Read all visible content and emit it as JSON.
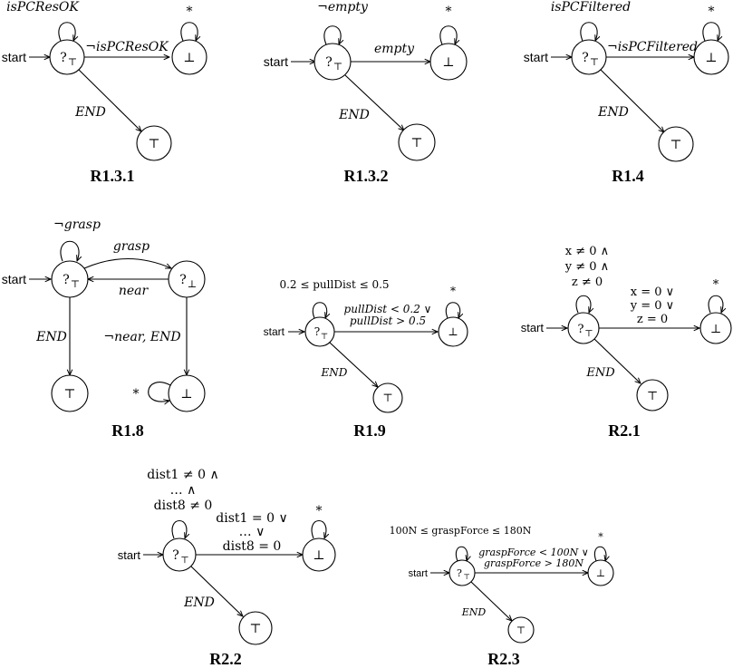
{
  "labels": {
    "start": "start",
    "pending": "?",
    "top": "⊤",
    "bottom": "⊥",
    "any": "*",
    "end": "END"
  },
  "automata": [
    {
      "title": "R1.3.1",
      "self_loop_pending": "isPCResOK",
      "to_bottom": [
        "¬isPCResOK"
      ]
    },
    {
      "title": "R1.3.2",
      "self_loop_pending": "¬empty",
      "to_bottom": [
        "empty"
      ]
    },
    {
      "title": "R1.4",
      "self_loop_pending": "isPCFiltered",
      "to_bottom": [
        "¬isPCFiltered"
      ]
    },
    {
      "title": "R1.8",
      "self_loop_pending": "¬grasp",
      "pending_to_pending_bottom": "grasp",
      "pending_bottom_to_pending": "near",
      "pending_bottom_to_bottom": "¬near, END"
    },
    {
      "title": "R1.9",
      "self_loop_pending": [
        "0.2 ≤ pullDist ≤ 0.5"
      ],
      "to_bottom": [
        "pullDist < 0.2 ∨",
        "pullDist > 0.5"
      ]
    },
    {
      "title": "R2.1",
      "self_loop_pending": [
        "x ≠ 0 ∧",
        "y ≠ 0 ∧",
        "z ≠ 0"
      ],
      "to_bottom": [
        "x = 0 ∨",
        "y = 0 ∨",
        "z = 0"
      ]
    },
    {
      "title": "R2.2",
      "self_loop_pending": [
        "dist1 ≠ 0 ∧",
        "… ∧",
        "dist8 ≠ 0"
      ],
      "to_bottom": [
        "dist1 = 0 ∨",
        "… ∨",
        "dist8 = 0"
      ]
    },
    {
      "title": "R2.3",
      "self_loop_pending": [
        "100N ≤ graspForce ≤ 180N"
      ],
      "to_bottom": [
        "graspForce < 100N ∨",
        "graspForce > 180N"
      ]
    }
  ]
}
